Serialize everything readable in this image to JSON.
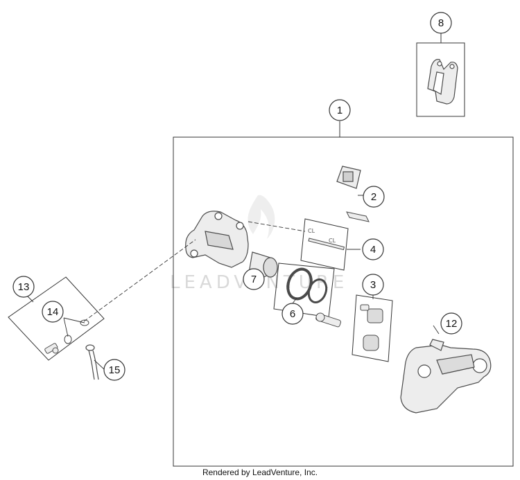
{
  "footer": {
    "rendered_by": "Rendered by LeadVenture, Inc."
  },
  "watermark": {
    "text": "LEADVENTURE",
    "color": "#d9d9d9"
  },
  "callouts": [
    "1",
    "2",
    "3",
    "4",
    "6",
    "7",
    "8",
    "12",
    "13",
    "14",
    "15"
  ],
  "colors": {
    "line": "#333333",
    "part_fill": "#ededed",
    "part_stroke": "#4a4a4a"
  }
}
